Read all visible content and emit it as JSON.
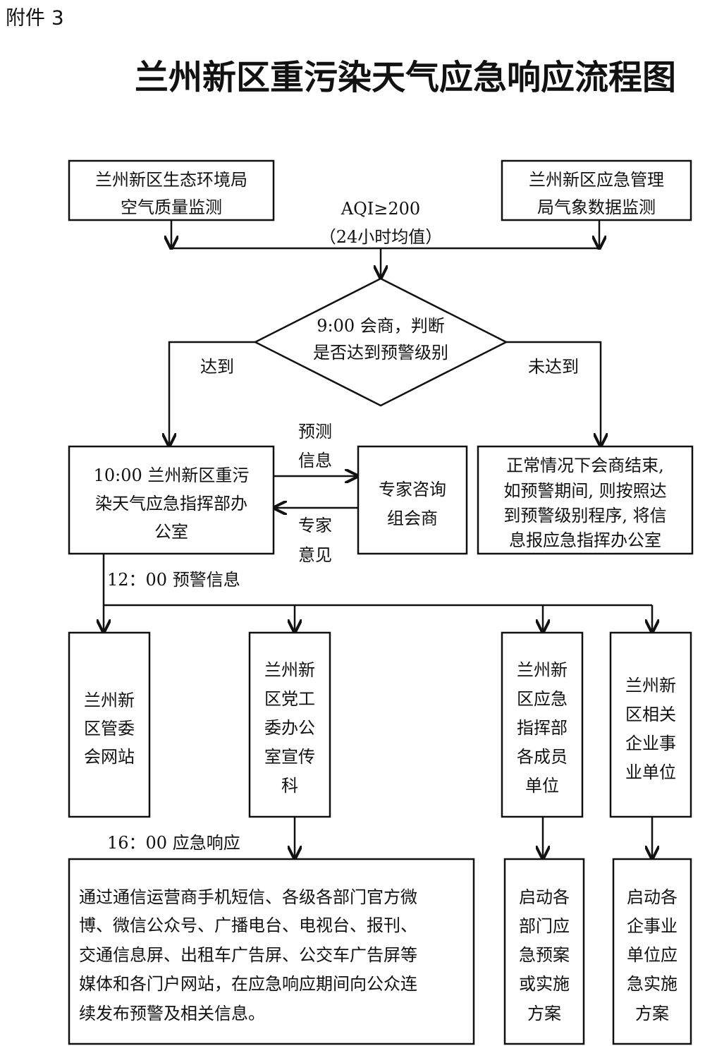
{
  "attachment": "附件 3",
  "title": "兰州新区重污染天气应急响应流程图",
  "box_eco": [
    "兰州新区生态环境局",
    "空气质量监测"
  ],
  "box_weather": [
    "兰州新区应急管理",
    "局气象数据监测"
  ],
  "aqi": [
    "AQI≥200",
    "（24小时均值）"
  ],
  "decision": [
    "9:00 会商，判断",
    "是否达到预警级别"
  ],
  "label_reached": "达到",
  "label_not_reached": "未达到",
  "box_office": [
    "10:00 兰州新区重污",
    "染天气应急指挥部办",
    "公室"
  ],
  "box_expert": [
    "专家咨询",
    "组会商"
  ],
  "label_forecast": [
    "预测",
    "信息"
  ],
  "label_opinion": [
    "专家",
    "意见"
  ],
  "box_normal": [
    "正常情况下会商结束,",
    "如预警期间, 则按照达",
    "到预警级别程序, 将信",
    "息报应急指挥办公室"
  ],
  "label_warning": "12：00 预警信息",
  "box_website": [
    "兰州新",
    "区管委",
    "会网站"
  ],
  "box_party": [
    "兰州新",
    "区党工",
    "委办公",
    "室宣传",
    "科"
  ],
  "box_members": [
    "兰州新",
    "区应急",
    "指挥部",
    "各成员",
    "单位"
  ],
  "box_enterprises": [
    "兰州新",
    "区相关",
    "企业事",
    "业单位"
  ],
  "label_response": "16：00 应急响应",
  "box_publish": [
    "通过通信运营商手机短信、各级各部门官方微",
    "博、微信公众号、广播电台、电视台、报刊、",
    "交通信息屏、出租车广告屏、公交车广告屏等",
    "媒体和各门户网站，在应急响应期间向公众连",
    "续发布预警及相关信息。"
  ],
  "box_dept_plan": [
    "启动各",
    "部门应",
    "急预案",
    "或实施",
    "方案"
  ],
  "box_ent_plan": [
    "启动各",
    "企事业",
    "单位应",
    "急实施",
    "方案"
  ]
}
